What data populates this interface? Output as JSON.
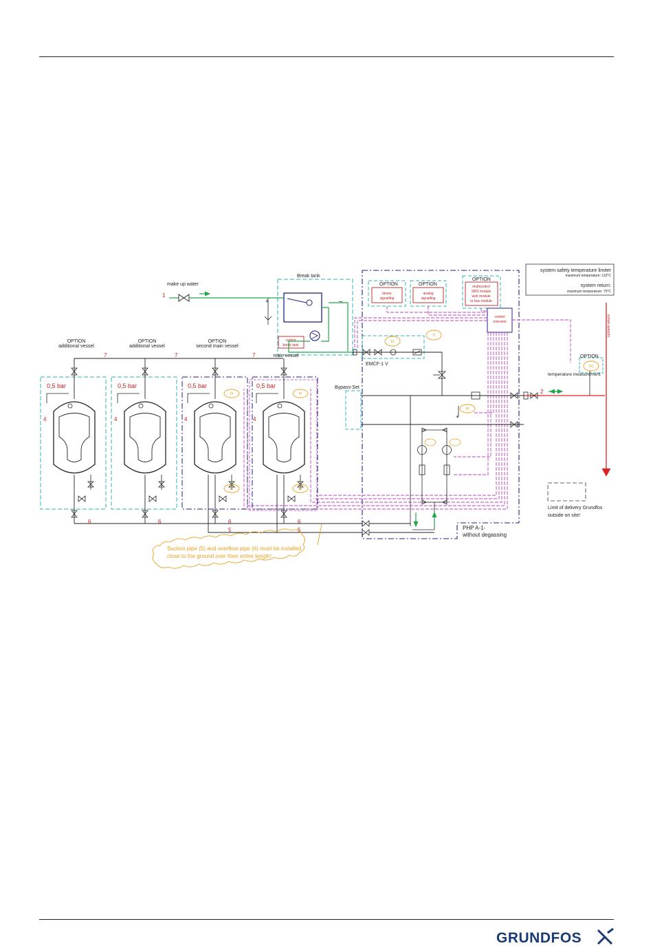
{
  "diagram": {
    "make_up_water": "make up water",
    "break_tank": "Break tank",
    "control_break_tank_1": "control",
    "control_break_tank_2": "break tank",
    "option": "OPTION",
    "binary_1": "binary",
    "binary_2": "signalling",
    "analog_1": "analog",
    "analog_2": "signalling",
    "multi_1": "multicontrol",
    "multi_2": "SMS module",
    "multi_3": "web module",
    "multi_4": "or bus module",
    "control_micronet_1": "control",
    "control_micronet_2": "micronet",
    "safety_limiter": "system safety temperature limiter",
    "max_temp_110": "maximum temperature: 110°C",
    "system_return": "system return:",
    "max_temp_70": "maximum temperature: 70°C",
    "system_return_vertical": "system return",
    "additional_vessel": "additional vessel",
    "second_main_vessel": "second main vessel",
    "main_vessel": "main vessel",
    "emcf": "EMCF-1 V",
    "bypass_set": "Bypass-Set",
    "temperature_measurement": "temperature measurement",
    "pressure": "0,5 bar",
    "php": "PHP A-1-",
    "without_degassing": "without degassing",
    "limit_1": "Limit of delivery Grundfos",
    "limit_2": "outside on site!",
    "note_1": "Suction pipe (5) and overflow pipe (6) must be installed",
    "note_2": "close to the ground over their entire length!",
    "num_1": "1",
    "num_2": "2",
    "num_4": "4",
    "num_5": "5",
    "num_6": "6",
    "num_7": "7",
    "pi": "PI",
    "ti": "TI",
    "el": "EI",
    "tic": "TIC",
    "plus": "+",
    "minus": "–"
  },
  "footer": {
    "brand": "GRUNDFOS"
  },
  "colors": {
    "cyan_border": "#2bb5b5",
    "navy_border": "#202080",
    "magenta_signal": "#c040c0",
    "green_pipe": "#22a64a",
    "red_return": "#e02020",
    "red_text": "#c02020",
    "orange_tag": "#e8a020",
    "brand_blue": "#1a3a78"
  }
}
